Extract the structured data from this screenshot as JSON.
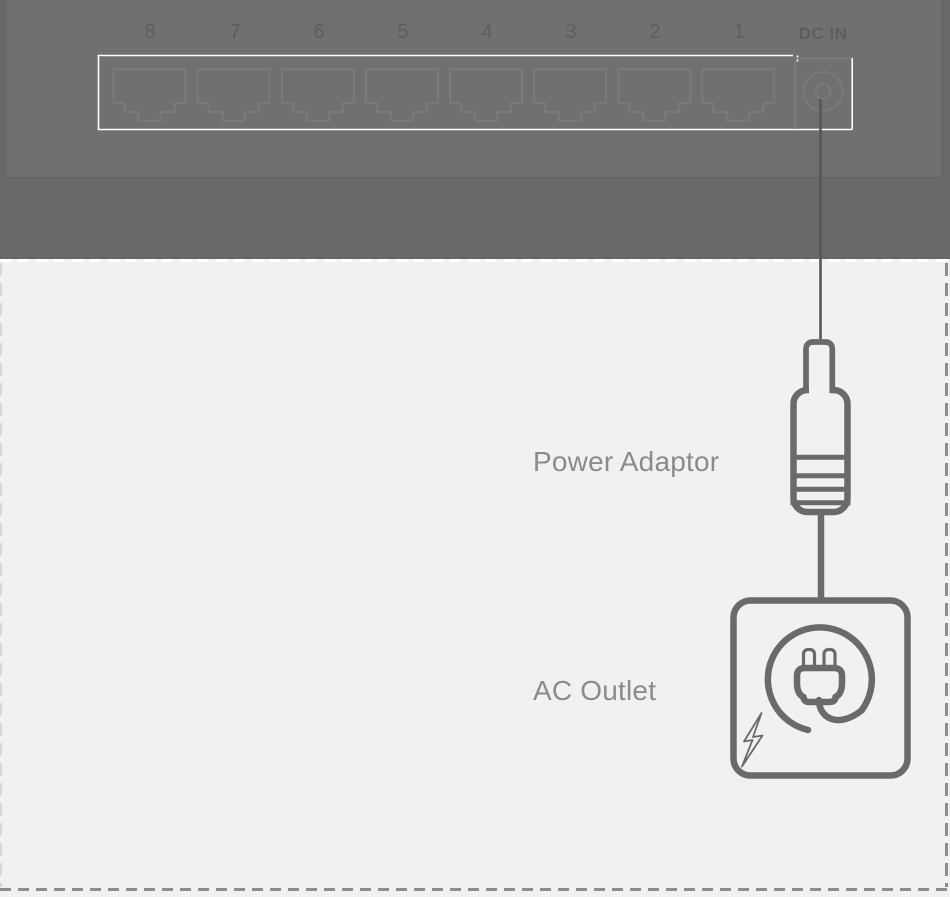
{
  "device_panel": {
    "port_labels": [
      "8",
      "7",
      "6",
      "5",
      "4",
      "3",
      "2",
      "1"
    ],
    "dc_in_label": "DC IN",
    "port_count": 8
  },
  "annotations": {
    "power_adaptor": "Power Adaptor",
    "ac_outlet": "AC Outlet"
  },
  "icons": {
    "ethernet-port-icon": "rj45-jack-outline",
    "dc-jack-icon": "concentric-circles",
    "power-adaptor-icon": "dc-barrel-plug-with-ribs",
    "ac-outlet-icon": "rounded-square-with-plug",
    "plug-icon": "two-prong-plug-with-looping-cord",
    "lightning-bolt-icon": "zigzag-bolt-outline"
  },
  "colors": {
    "band": "#696868",
    "panel": "#716f6f",
    "panel-line": "#7b7a7a",
    "panel-text": "#5e5d5d",
    "white": "#ffffff",
    "bg-light": "#f2f1f0",
    "art": "#6b6a6a",
    "thin-cable": "#585757",
    "text-gray": "#8c8b8b",
    "dash-gray": "#8e8d8d",
    "dash-light": "#d9d8d8"
  }
}
